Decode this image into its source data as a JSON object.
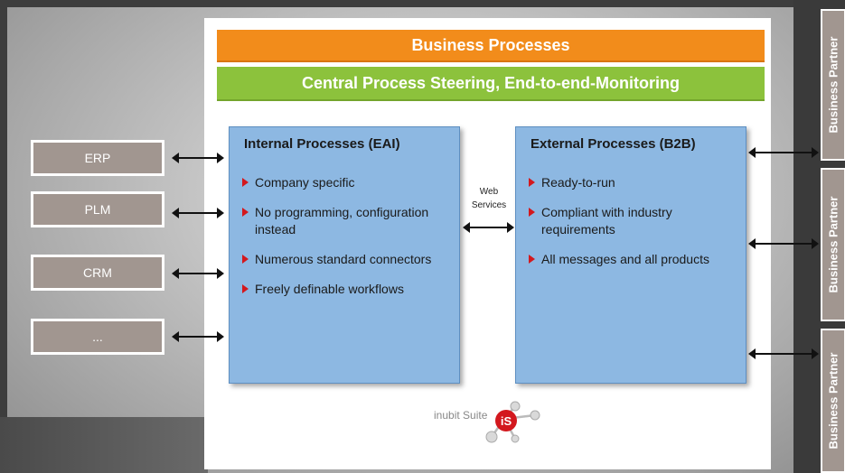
{
  "header": {
    "business_processes": "Business Processes",
    "central_steering": "Central Process Steering, End-to-end-Monitoring"
  },
  "systems": [
    "ERP",
    "PLM",
    "CRM",
    "..."
  ],
  "internal": {
    "title": "Internal Processes (EAI)",
    "items": [
      "Company specific",
      "No programming, configuration instead",
      "Numerous standard connectors",
      "Freely definable workflows"
    ]
  },
  "external": {
    "title": "External Processes (B2B)",
    "items": [
      "Ready-to-run",
      "Compliant with industry requirements",
      "All messages and all products"
    ]
  },
  "web_services": "Web Services",
  "partners": [
    "Business Partner",
    "Business Partner",
    "Business Partner"
  ],
  "logo": {
    "text": "inubit Suite",
    "badge": "iS"
  },
  "colors": {
    "orange_bar": "#f28c1b",
    "green_bar": "#8cc23c",
    "process_box": "#8db8e2",
    "system_box": "#a19690",
    "bullet": "#d3181e",
    "logo_red": "#d3181e"
  }
}
